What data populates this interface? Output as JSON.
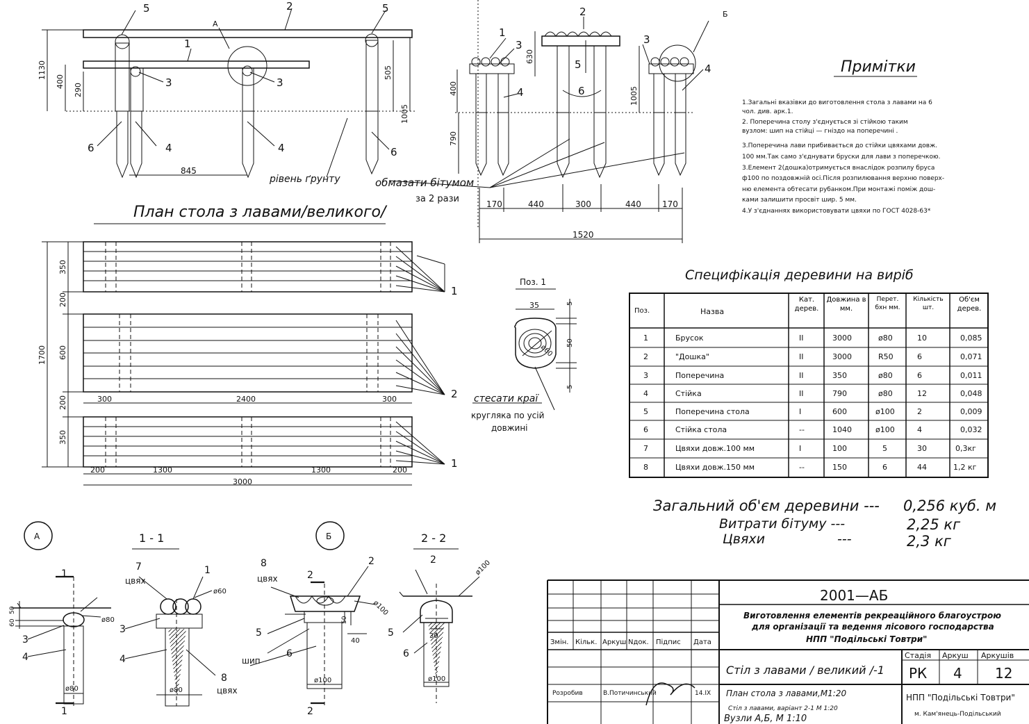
{
  "notes": {
    "title": "Примітки",
    "lines": [
      "1.Загальні вказівки до виготовлення стола з лавами на 6",
      "чол. див. арк.1.",
      "2. Поперечина столу з'єднується зі стійкою  таким",
      "вузлом: шип на стійці — гніздо на поперечині .",
      "3.Поперечина лави прибивається до стійки цвяхами довж.",
      "100 мм.Так само з'єднувати бруски для лави з поперечкою.",
      "3.Елемент 2(дошка)отримується внаслідок розпилу бруса",
      "ф100 по поздовжній осі.Після розпилювання верхню поверх-",
      "ню елемента обтесати рубанком.При монтажі поміж дош-",
      "ками залишити просвіт шир. 5 мм.",
      "4.У з'єднаннях використовувати цвяхи по ГОСТ 4028-63*"
    ]
  },
  "spec": {
    "title": "Специфікація деревини на виріб",
    "headers": [
      "Поз.",
      "Назва",
      "Кат. дерев.",
      "Довжина в мм.",
      "Перет. бхн мм.",
      "Кількість шт.",
      "Об'єм дерев."
    ],
    "rows": [
      [
        "1",
        "Брусок",
        "II",
        "3000",
        "ø80",
        "10",
        "0,085"
      ],
      [
        "2",
        "\"Дошка\"",
        "II",
        "3000",
        "R50",
        "6",
        "0,071"
      ],
      [
        "3",
        "Поперечина",
        "II",
        "350",
        "ø80",
        "6",
        "0,011"
      ],
      [
        "4",
        "Стійка",
        "II",
        "790",
        "ø80",
        "12",
        "0,048"
      ],
      [
        "5",
        "Поперечина стола",
        "I",
        "600",
        "ø100",
        "2",
        "0,009"
      ],
      [
        "6",
        "Стійка стола",
        "--",
        "1040",
        "ø100",
        "4",
        "0,032"
      ],
      [
        "7",
        "Цвяхи довж.100 мм",
        "I",
        "100",
        "5",
        "30",
        "0,3кг"
      ],
      [
        "8",
        "Цвяхи довж.150 мм",
        "--",
        "150",
        "6",
        "44",
        "1,2 кг"
      ]
    ]
  },
  "totals": {
    "volume_label": "Загальний об'єм деревини ---",
    "volume_value": "0,256 куб. м",
    "bitumen_label": "Витрати бітуму ---",
    "bitumen_value": "2,25 кг",
    "nails_label": "Цвяхи",
    "nails_dash": "---",
    "nails_value": "2,3 кг"
  },
  "titleblock": {
    "code": "2001—АБ",
    "desc1": "Виготовлення елементів рекреаційного благоустрою",
    "desc2": "для організації та ведення лісового господарства",
    "desc3": "НПП \"Подільські Товтри\"",
    "cols": [
      "Змін.",
      "Кільк.",
      "Аркуш",
      "Nдок.",
      "Підпис",
      "Дата"
    ],
    "stage_h": "Стадія",
    "sheet_h": "Аркуш",
    "sheets_h": "Аркушів",
    "stage": "РК",
    "sheet": "4",
    "sheets": "12",
    "sheet_title": "Стіл з лавами / великий /-1",
    "developed_label": "Розробив",
    "developed_name": "В.Потичинський",
    "date": "14.IX",
    "lines": [
      "План стола з лавами,М1:20",
      "Стіл з лавами, варіант 2-1 М 1:20",
      "Вузли А,Б, М 1:10"
    ],
    "org1": "НПП \"Подільські Товтри\"",
    "org2": "м. Кам'янець-Подільський"
  },
  "labels": {
    "plan_title": "План стола з лавами/великого/",
    "ground": "рівень ґрунту",
    "bitumen1": "обмазати бітумом",
    "bitumen2": "за 2 рази",
    "pos1": "Поз. 1",
    "hew1": "стесати краї",
    "hew2": "кругляка по усій",
    "hew3": "довжині",
    "callout_a": "А",
    "callout_b": "Б",
    "sec11": "1 - 1",
    "sec22": "2 - 2",
    "nail": "цвях",
    "tenon": "шип",
    "n1": "1",
    "n2": "2",
    "n3": "3",
    "n4": "4",
    "n5": "5",
    "n6": "6",
    "n7": "7",
    "n8": "8"
  },
  "dims": {
    "d1130": "1130",
    "d400": "400",
    "d290": "290",
    "d505": "505",
    "d1005": "1005",
    "d845": "845",
    "d630": "630",
    "d790": "790",
    "d170": "170",
    "d440": "440",
    "d300": "300",
    "d1520": "1520",
    "d350": "350",
    "d200": "200",
    "d600": "600",
    "d1700": "1700",
    "d2400": "2400",
    "d1300": "1300",
    "d3000": "3000",
    "d35": "35",
    "d5": "5",
    "d50": "50",
    "p80": "ø80",
    "p100": "ø100",
    "p60": "ø60",
    "d30": "30",
    "d40": "40",
    "d60": "60"
  }
}
